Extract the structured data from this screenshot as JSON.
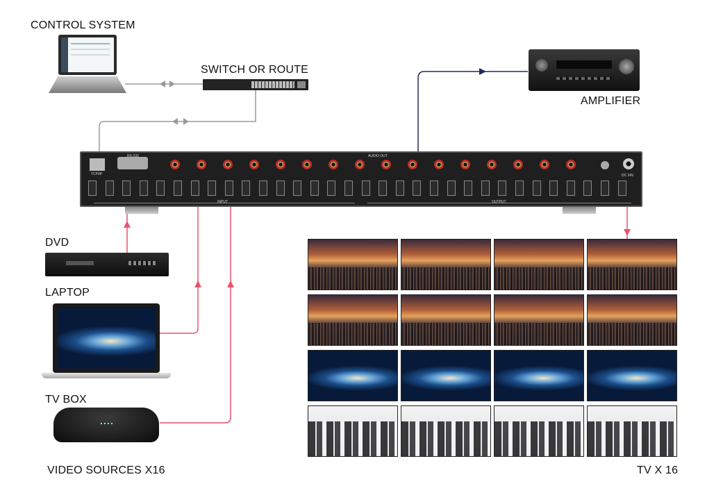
{
  "labels": {
    "control_system": "CONTROL SYSTEM",
    "switch_or_route": "SWITCH OR ROUTE",
    "amplifier": "AMPLIFIER",
    "dvd": "DVD",
    "laptop": "LAPTOP",
    "tv_box": "TV BOX",
    "video_sources": "VIDEO SOURCES X16",
    "tv_count": "TV X 16"
  },
  "matrix": {
    "audio_out": "AUDIO OUT",
    "input": "INPUT",
    "output": "OUTPUT",
    "tcpip": "TCP/IP",
    "rs232": "RS-232",
    "dc": "DC 24V"
  },
  "video_wall": {
    "rows": [
      [
        "city",
        "city",
        "city",
        "city"
      ],
      [
        "city",
        "city",
        "city",
        "city"
      ],
      [
        "galaxy",
        "galaxy",
        "galaxy",
        "galaxy"
      ],
      [
        "people",
        "people",
        "people",
        "people"
      ]
    ]
  },
  "colors": {
    "network_wire": "#9a9a9a",
    "audio_wire": "#1d2a5c",
    "video_wire": "#e8536f",
    "matrix_body": "#1f1f1f"
  }
}
